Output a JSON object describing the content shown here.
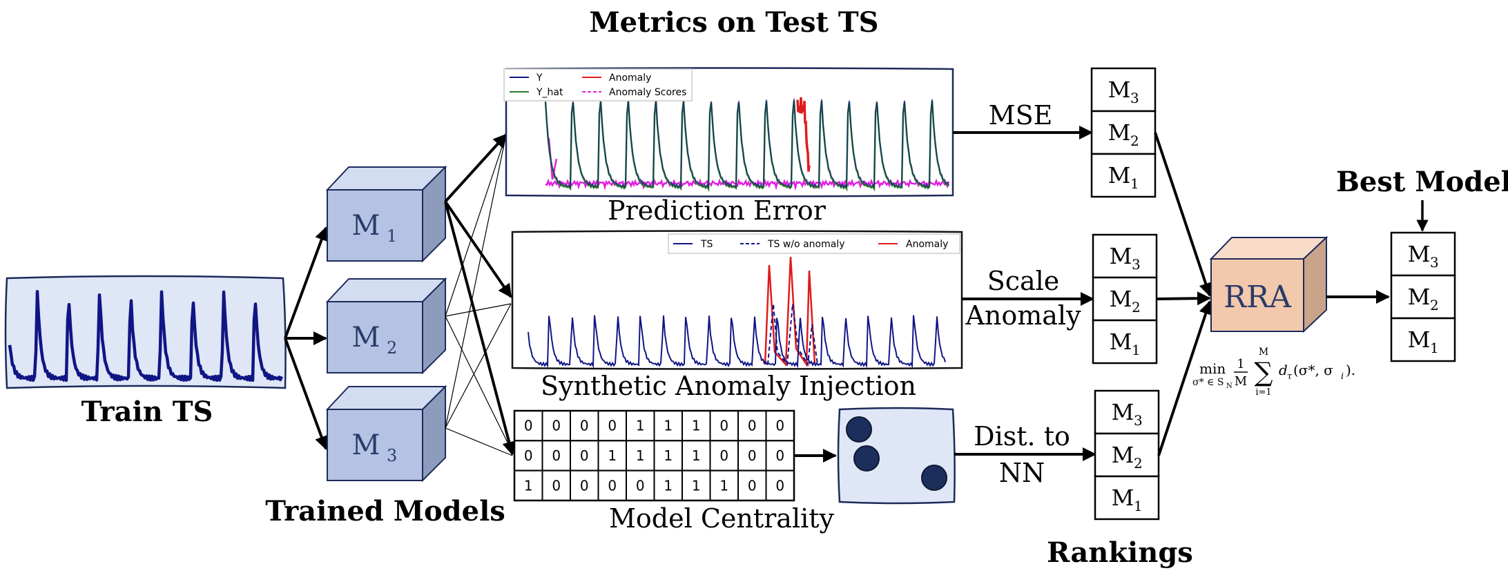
{
  "titles": {
    "metrics": "Metrics on Test TS",
    "best_model": "Best Model",
    "train_ts": "Train TS",
    "trained_models": "Trained Models",
    "rankings": "Rankings"
  },
  "models": {
    "m1": "M",
    "m2": "M",
    "m3": "M",
    "sub1": "1",
    "sub2": "2",
    "sub3": "3"
  },
  "panels": {
    "prediction_error": "Prediction Error",
    "synthetic_anomaly": "Synthetic Anomaly Injection",
    "model_centrality": "Model Centrality"
  },
  "legend_pred": {
    "y": "Y",
    "y_hat": "Y_hat",
    "anomaly": "Anomaly",
    "anomaly_scores": "Anomaly Scores"
  },
  "legend_synth": {
    "ts": "TS",
    "ts_wo": "TS w/o anomaly",
    "anomaly": "Anomaly"
  },
  "edges": {
    "mse": "MSE",
    "scale": "Scale",
    "anomaly": "Anomaly",
    "dist": "Dist. to",
    "nn": "NN"
  },
  "rra": "RRA",
  "formula": {
    "min": "min",
    "subscript": "σ* ∈ S",
    "sub_n": "N",
    "frac_num": "1",
    "frac_den": "M",
    "sum_top": "M",
    "sum_sym": "∑",
    "sum_bottom": "i=1",
    "body": "d",
    "tau": "τ",
    "args": "(σ*, σ",
    "i": "i",
    "tail": ")."
  },
  "matrix": [
    [
      "0",
      "0",
      "0",
      "0",
      "1",
      "1",
      "1",
      "0",
      "0",
      "0"
    ],
    [
      "0",
      "0",
      "0",
      "1",
      "1",
      "1",
      "1",
      "0",
      "0",
      "0"
    ],
    [
      "1",
      "0",
      "0",
      "0",
      "0",
      "1",
      "1",
      "1",
      "0",
      "0"
    ]
  ],
  "colors": {
    "model_cube_front": "#b4c3e3",
    "model_cube_top": "#d3ddf1",
    "model_cube_side": "#8d9cbd",
    "rra_front": "#f2c9ac",
    "rra_top": "#f8dcc7",
    "rra_side": "#c9a48b",
    "ts_line": "#101585",
    "y_hat": "#2a7a2a",
    "anomaly": "#e11b1b",
    "anomaly_scores": "#e020e0",
    "dot": "#1c2f5c"
  }
}
